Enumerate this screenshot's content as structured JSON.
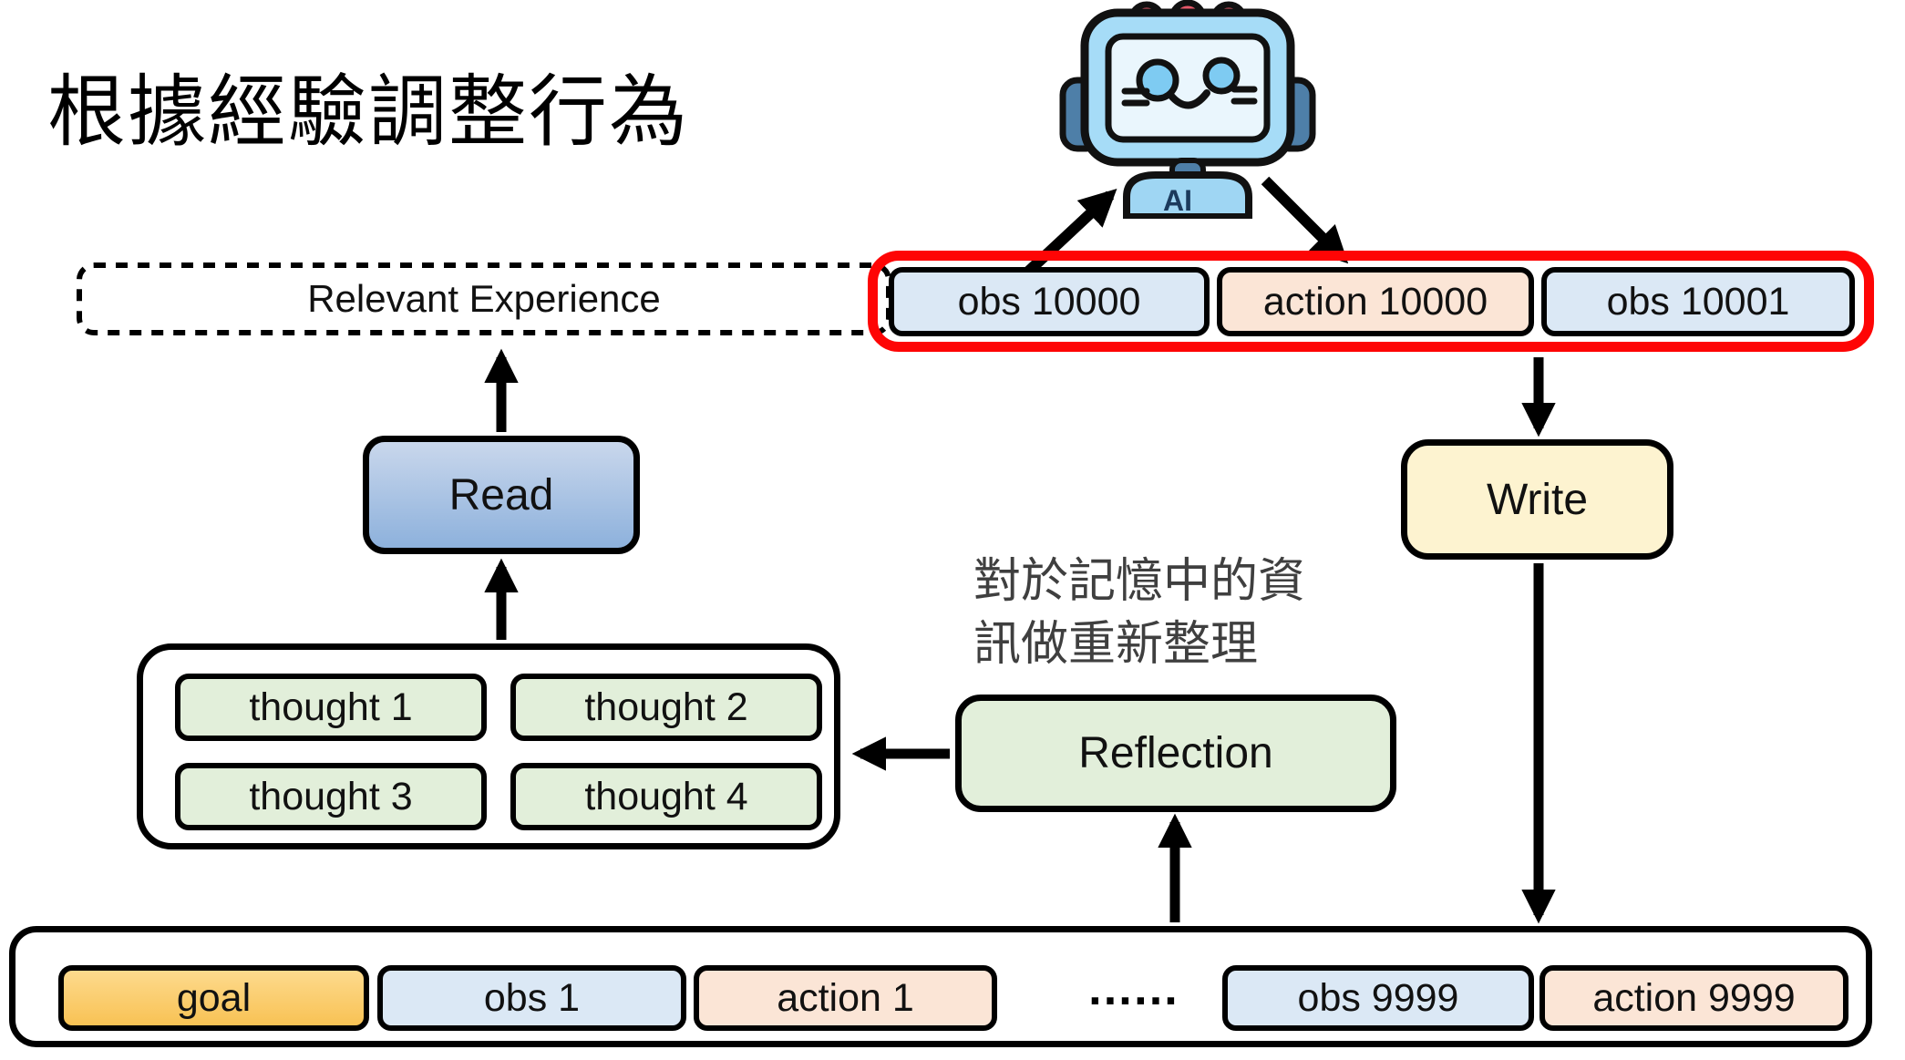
{
  "title": "根據經驗調整行為",
  "robot": {
    "icon": "ai-robot-icon",
    "badge": "AI"
  },
  "relevant_experience": {
    "label": "Relevant Experience"
  },
  "current_step": {
    "highlight_color": "#fe0505",
    "items": [
      {
        "label": "obs 10000",
        "type": "obs"
      },
      {
        "label": "action 10000",
        "type": "action"
      },
      {
        "label": "obs 10001",
        "type": "obs"
      }
    ]
  },
  "operations": {
    "read": "Read",
    "write": "Write",
    "reflection": "Reflection"
  },
  "annotation": {
    "line1": "對於記憶中的資",
    "line2": "訊做重新整理"
  },
  "thoughts": {
    "items": [
      {
        "label": "thought 1"
      },
      {
        "label": "thought 2"
      },
      {
        "label": "thought 3"
      },
      {
        "label": "thought 4"
      }
    ]
  },
  "memory": {
    "items": [
      {
        "label": "goal",
        "type": "goal"
      },
      {
        "label": "obs 1",
        "type": "obs"
      },
      {
        "label": "action 1",
        "type": "action"
      },
      {
        "label": "……",
        "type": "ellipsis"
      },
      {
        "label": "obs 9999",
        "type": "obs"
      },
      {
        "label": "action 9999",
        "type": "action"
      }
    ]
  },
  "colors": {
    "obs_fill": "#dbe8f5",
    "action_fill": "#fbe5d6",
    "goal_fill": "#fbd06e",
    "green_fill": "#e2efda",
    "read_fill": "#a9c4e3",
    "write_fill": "#fdf3d0",
    "highlight_red": "#fe0505",
    "arrow": "#000000"
  }
}
